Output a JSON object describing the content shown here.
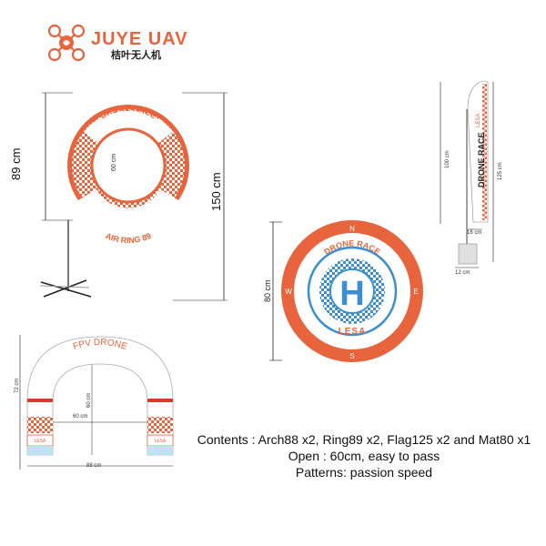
{
  "brand": {
    "name": "JUYE UAV",
    "subtitle": "桔叶无人机",
    "accent_color": "#e8643c"
  },
  "ring": {
    "top_text": "DRONE RACE",
    "bottom_text": "AIR RING 89",
    "outer_dim": "89 cm",
    "inner_dim": "60 cm",
    "stand_dim": "150 cm"
  },
  "flag": {
    "text": "DRONE RACE",
    "logo": "LESA",
    "height_short": "100 cm",
    "height_full": "125 cm",
    "base_width": "16 cm",
    "foot_width": "12 cm"
  },
  "mat": {
    "title": "DRONE RACE",
    "center_letter": "H",
    "logo": "LESA",
    "compass": {
      "n": "N",
      "e": "E",
      "s": "S",
      "w": "W"
    },
    "dim": "80 cm"
  },
  "arch": {
    "title": "FPV DRONE",
    "logo": "LESA",
    "height": "72 cm",
    "inner_height": "60 cm",
    "inner_width": "60 cm",
    "outer_width": "88 cm"
  },
  "details": {
    "contents": "Contents : Arch88 x2, Ring89 x2, Flag125 x2 and Mat80 x1",
    "open": "Open : 60cm, easy to pass",
    "patterns": "Patterns: passion speed"
  }
}
